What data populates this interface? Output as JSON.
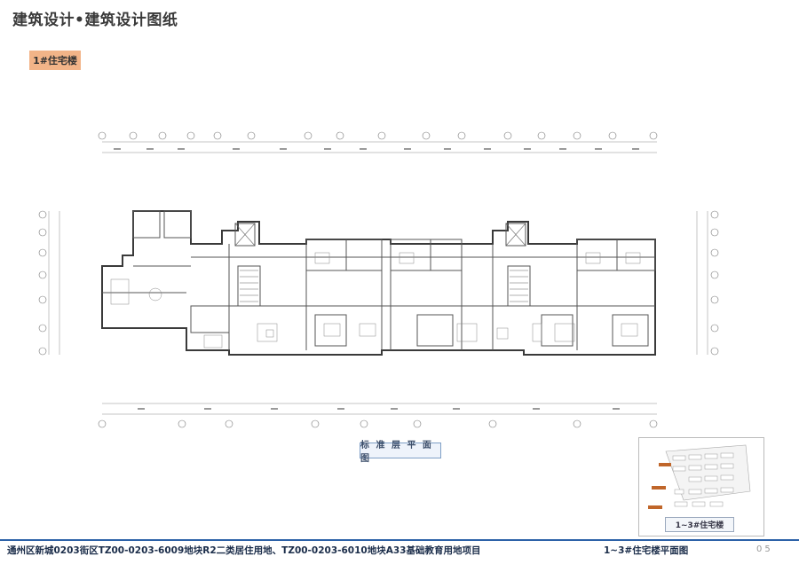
{
  "header": {
    "title": "建筑设计•建筑设计图纸"
  },
  "tag": {
    "label": "1#住宅楼"
  },
  "plan": {
    "caption": "标 准 层 平 面 图"
  },
  "keymap": {
    "label": "1~3#住宅楼"
  },
  "footer": {
    "project": "通州区新城0203街区TZ00-0203-6009地块R2二类居住用地、TZ00-0203-6010地块A33基础教育用地项目",
    "drawing": "1~3#住宅楼平面图",
    "page": "05"
  },
  "colors": {
    "accent": "#2d62a8",
    "tag_bg": "#f2b488",
    "highlight": "#c0662a"
  }
}
